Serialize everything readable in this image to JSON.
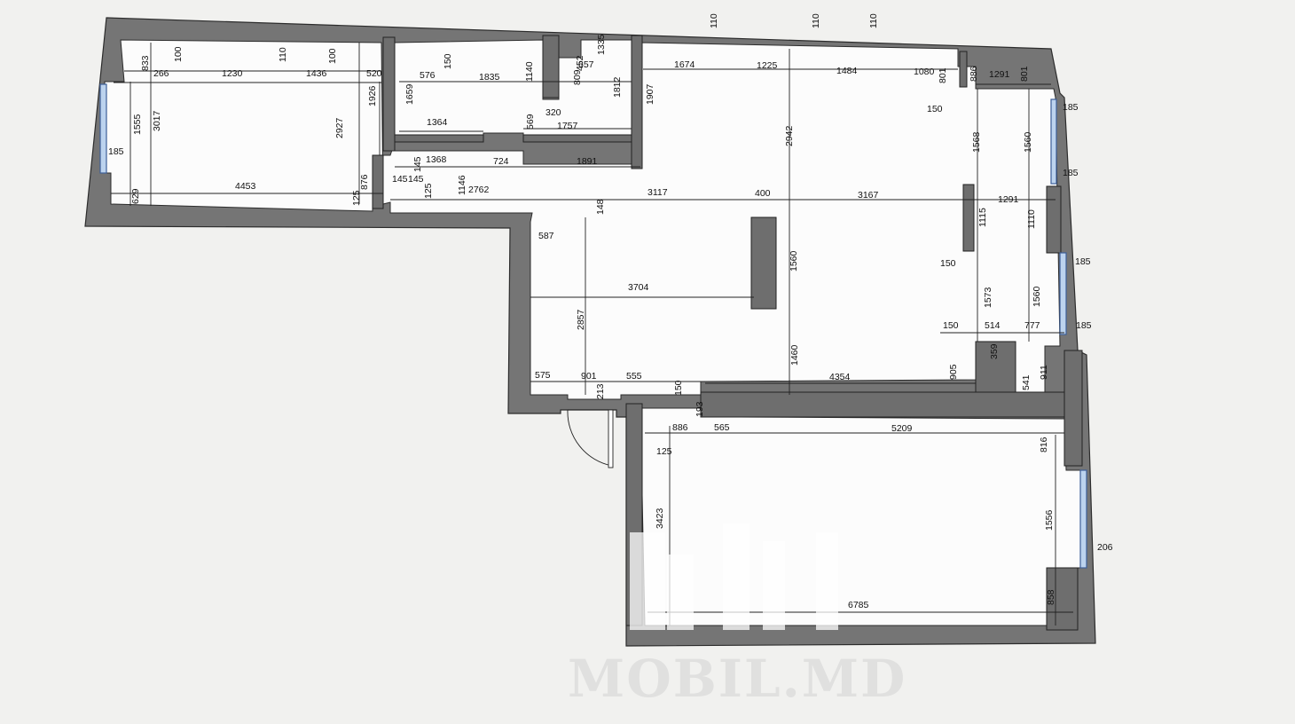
{
  "watermark": "MOBIL.MD",
  "dims": {
    "d110a": "110",
    "d110b": "110",
    "d110c": "110",
    "d110d": "110",
    "d833": "833",
    "d100a": "100",
    "d100b": "100",
    "d266": "266",
    "d1230": "1230",
    "d1436": "1436",
    "d520": "520",
    "d1555": "1555",
    "d3017": "3017",
    "d185a": "185",
    "d629": "629",
    "d4453": "4453",
    "d2927": "2927",
    "d1926": "1926",
    "d125a": "125",
    "d876a": "876",
    "d145a": "145",
    "d145b": "145",
    "d125b": "125",
    "d1146": "1146",
    "d2762": "2762",
    "d576": "576",
    "d150a": "150",
    "d1835": "1835",
    "d1140": "1140",
    "d1659": "1659",
    "d1335": "1335",
    "d657": "657",
    "d809": "809",
    "d452": "452",
    "d1812": "1812",
    "d1364": "1364",
    "d569": "569",
    "d320": "320",
    "d1757": "1757",
    "d1368": "1368",
    "d724": "724",
    "d1891": "1891",
    "d1907": "1907",
    "d1674": "1674",
    "d1225": "1225",
    "d1484": "1484",
    "d1080": "1080",
    "d801": "801",
    "d886a": "886",
    "d1291a": "1291",
    "d801b": "801",
    "d150b": "150",
    "d2942": "2942",
    "d185b": "185",
    "d1568": "1568",
    "d1560a": "1560",
    "d185c": "185",
    "d3117": "3117",
    "d400": "400",
    "d3167": "3167",
    "d1291b": "1291",
    "d1115": "1115",
    "d1110": "1110",
    "d148": "148",
    "d587": "587",
    "d1560b": "1560",
    "d150c": "150",
    "d185d": "185",
    "d3704": "3704",
    "d2857": "2857",
    "d1573": "1573",
    "d1560c": "1560",
    "d150d": "150",
    "d514": "514",
    "d777": "777",
    "d185e": "185",
    "d1460": "1460",
    "d359": "359",
    "d905": "905",
    "d541": "541",
    "d911": "911",
    "d4354": "4354",
    "d575": "575",
    "d901": "901",
    "d555": "555",
    "d150e": "150",
    "d213": "213",
    "d193": "193",
    "d886b": "886",
    "d565": "565",
    "d5209": "5209",
    "d816": "816",
    "d125c": "125",
    "d3423": "3423",
    "d1556": "1556",
    "d206": "206",
    "d6785": "6785",
    "d858": "858"
  }
}
